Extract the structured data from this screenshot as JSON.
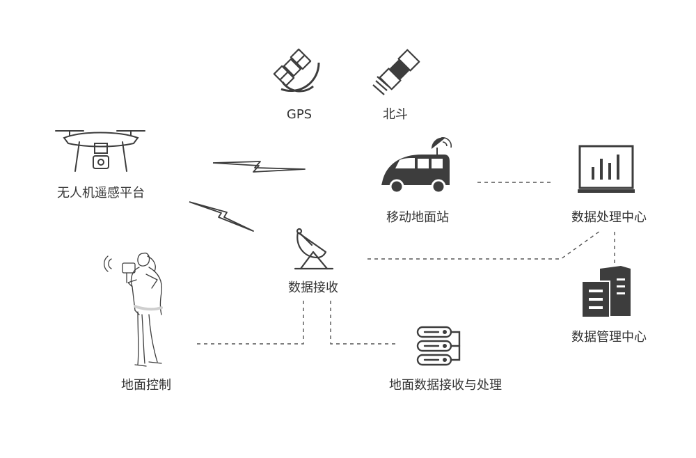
{
  "labels": {
    "gps": "GPS",
    "beidou": "北斗",
    "uav_platform": "无人机遥感平台",
    "mobile_ground_station": "移动地面站",
    "data_processing_center": "数据处理中心",
    "data_receiving": "数据接收",
    "data_management_center": "数据管理中心",
    "ground_control": "地面控制",
    "ground_data_processing": "地面数据接收与处理"
  },
  "icons": {
    "gps": "gps-satellite-icon",
    "beidou": "beidou-satellite-icon",
    "uav": "drone-icon",
    "van": "van-with-dish-icon",
    "monitor": "bar-chart-monitor-icon",
    "dish": "satellite-dish-icon",
    "buildings": "buildings-icon",
    "operator": "person-with-controller-icon",
    "servers": "server-stack-icon"
  },
  "colors": {
    "icon": "#3d3d3d",
    "text": "#333333",
    "connector": "#555555",
    "background": "#ffffff"
  }
}
